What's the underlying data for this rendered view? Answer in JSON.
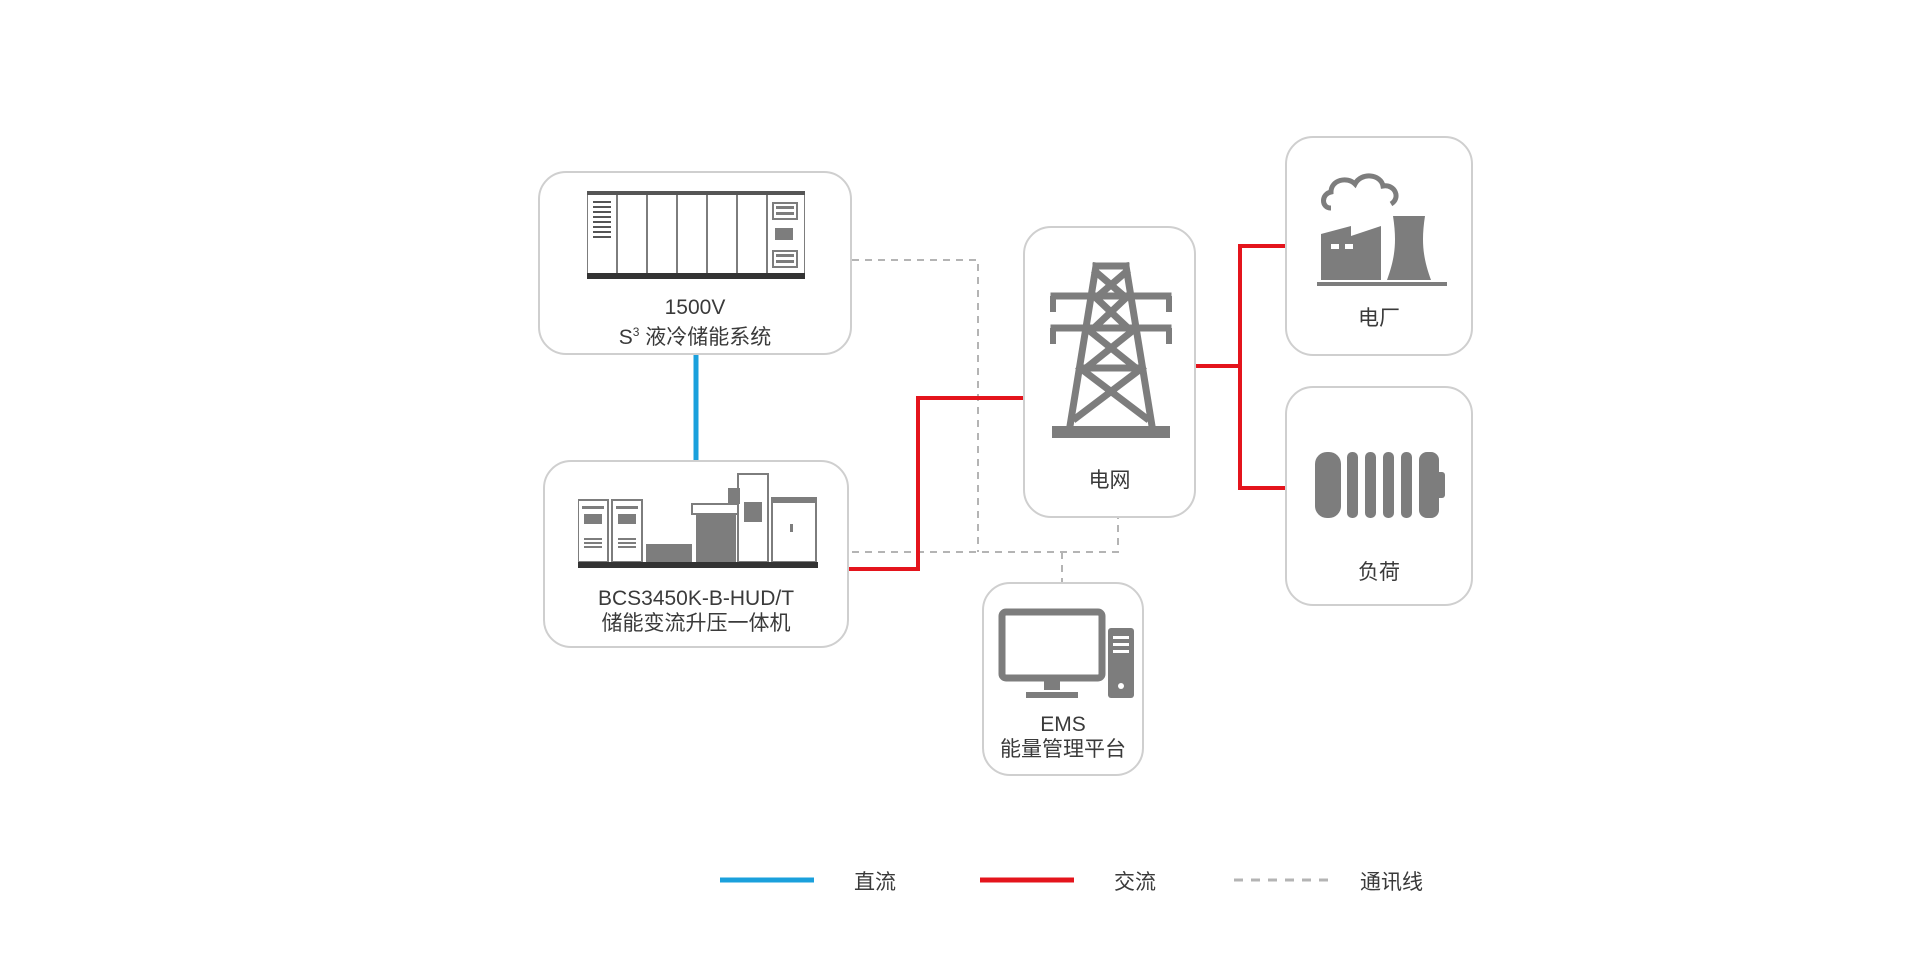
{
  "nodes": {
    "storage": {
      "line1": "1500V",
      "line2_base": "S",
      "line2_sup": "3",
      "line2_rest": " 液冷储能系统"
    },
    "pcs": {
      "line1": "BCS3450K-B-HUD/T",
      "line2": "储能变流升压一体机"
    },
    "grid": {
      "label": "电网"
    },
    "plant": {
      "label": "电厂"
    },
    "load": {
      "label": "负荷"
    },
    "ems": {
      "line1": "EMS",
      "line2": "能量管理平台"
    }
  },
  "legend": [
    {
      "label": "直流",
      "style": "solid",
      "color": "#1aa0dc"
    },
    {
      "label": "交流",
      "style": "solid",
      "color": "#e4141c"
    },
    {
      "label": "通讯线",
      "style": "dashed",
      "color": "#b4b4b4"
    }
  ],
  "colors": {
    "dc": "#1aa0dc",
    "ac": "#e4141c",
    "comm": "#b4b4b4",
    "border": "#cfcfcf",
    "icon": "#7d7d7d"
  }
}
